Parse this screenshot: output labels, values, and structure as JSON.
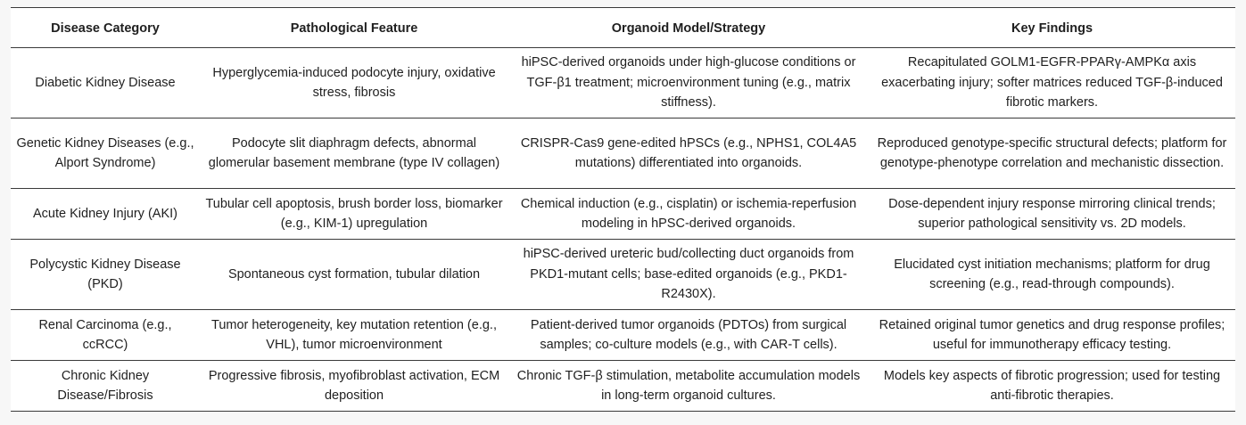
{
  "table": {
    "headers": [
      "Disease Category",
      "Pathological Feature",
      "Organoid Model/Strategy",
      "Key Findings"
    ],
    "rows": [
      [
        "Diabetic Kidney Disease",
        "Hyperglycemia-induced podocyte injury, oxidative stress, fibrosis",
        "hiPSC-derived organoids under high-glucose conditions or TGF-β1 treatment; microenvironment tuning (e.g., matrix stiffness).",
        "Recapitulated GOLM1-EGFR-PPARγ-AMPKα axis exacerbating injury; softer matrices reduced TGF-β-induced fibrotic markers."
      ],
      [
        "Genetic Kidney Diseases (e.g., Alport Syndrome)",
        "Podocyte slit diaphragm defects, abnormal glomerular basement membrane (type IV collagen)",
        "CRISPR-Cas9 gene-edited hPSCs (e.g., NPHS1, COL4A5 mutations) differentiated into organoids.",
        "Reproduced genotype-specific structural defects; platform for genotype-phenotype correlation and mechanistic dissection."
      ],
      [
        "Acute Kidney Injury (AKI)",
        "Tubular cell apoptosis, brush border loss, biomarker (e.g., KIM-1) upregulation",
        "Chemical induction (e.g., cisplatin) or ischemia-reperfusion modeling in hPSC-derived organoids.",
        "Dose-dependent injury response mirroring clinical trends; superior pathological sensitivity vs. 2D models."
      ],
      [
        "Polycystic Kidney Disease (PKD)",
        "Spontaneous cyst formation, tubular dilation",
        "hiPSC-derived ureteric bud/collecting duct organoids from PKD1-mutant cells; base-edited organoids (e.g., PKD1-R2430X).",
        "Elucidated cyst initiation mechanisms; platform for drug screening (e.g., read-through compounds)."
      ],
      [
        "Renal Carcinoma (e.g., ccRCC)",
        "Tumor heterogeneity, key mutation retention (e.g., VHL), tumor microenvironment",
        "Patient-derived tumor organoids (PDTOs) from surgical samples; co-culture models (e.g., with CAR-T cells).",
        "Retained original tumor genetics and drug response profiles; useful for immunotherapy efficacy testing."
      ],
      [
        "Chronic Kidney Disease/Fibrosis",
        "Progressive fibrosis, myofibroblast activation, ECM deposition",
        "Chronic TGF-β stimulation, metabolite accumulation models in long-term organoid cultures.",
        "Models key aspects of fibrotic progression; used for testing anti-fibrotic therapies."
      ]
    ]
  }
}
